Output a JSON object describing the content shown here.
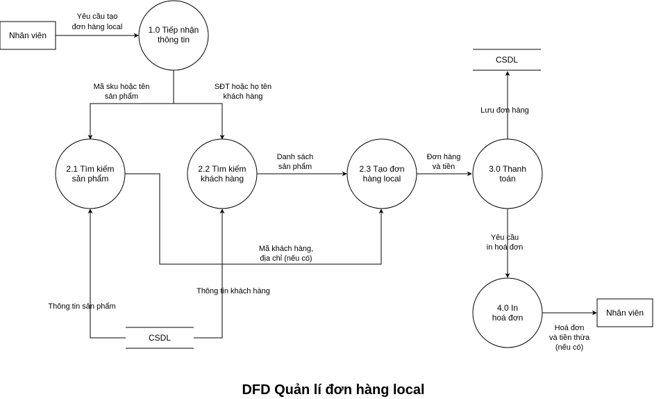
{
  "title": "DFD Quản lí đơn hàng local",
  "entities": {
    "staff_top": "Nhân viên",
    "staff_bottom": "Nhân viên"
  },
  "processes": {
    "p1": [
      "1.0 Tiếp nhận",
      "thông tin"
    ],
    "p21": [
      "2.1 Tìm kiếm",
      "sản phẩm"
    ],
    "p22": [
      "2.2 Tìm kiếm",
      "khách hàng"
    ],
    "p23": [
      "2.3 Tạo đơn",
      "hàng local"
    ],
    "p3": [
      "3.0 Thanh",
      "toán"
    ],
    "p4": [
      "4.0 In",
      "hoá đơn"
    ]
  },
  "datastores": {
    "db_top": "CSDL",
    "db_bottom": "CSDL"
  },
  "flows": {
    "request": [
      "Yêu cầu tạo",
      "đơn hàng local"
    ],
    "sku": [
      "Mã sku hoặc tên",
      "sản phẩm"
    ],
    "phone": [
      "SĐT hoặc họ tên",
      "khách hàng"
    ],
    "product_list": [
      "Danh sách",
      "sản phẩm"
    ],
    "order_money": [
      "Đơn hàng",
      "và tiền"
    ],
    "save_order": [
      "Lưu đơn hàng"
    ],
    "customer_code": [
      "Mã khách hàng,",
      "địa chỉ (nếu có)"
    ],
    "print_request": [
      "Yêu cầu",
      "in hoá đơn"
    ],
    "product_info": [
      "Thông tin sản phẩm"
    ],
    "customer_info": [
      "Thông tin khách hàng"
    ],
    "invoice": [
      "Hoá đơn",
      "và tiền thừa",
      "(nếu có)"
    ]
  }
}
